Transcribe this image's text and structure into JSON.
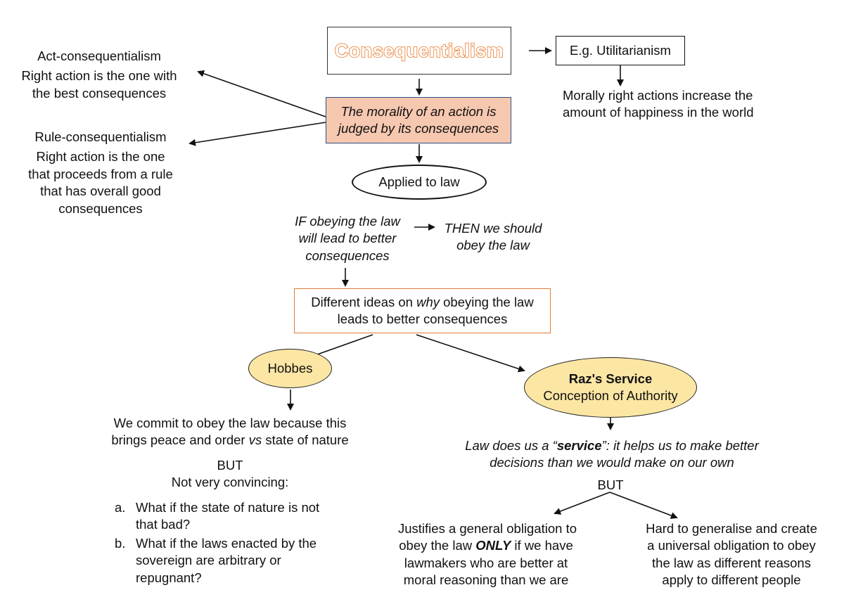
{
  "title": "Consequentialism",
  "example": {
    "box": "E.g. Utilitarianism",
    "text": [
      "Morally right actions increase the",
      "amount of happiness in the world"
    ]
  },
  "core_box": [
    "The morality of an action is",
    "judged by its consequences"
  ],
  "act": {
    "heading": "Act-consequentialism",
    "text": [
      "Right action is the one with",
      "the best consequences"
    ]
  },
  "rule": {
    "heading": "Rule-consequentialism",
    "text": [
      "Right action is the one",
      "that proceeds from a rule",
      "that has overall good",
      "consequences"
    ]
  },
  "applied": "Applied to law",
  "if_text": [
    "IF obeying the law",
    "will lead to better",
    "consequences"
  ],
  "then_text": [
    "THEN we should",
    "obey the law"
  ],
  "ideas": {
    "pre": "Different ideas on ",
    "em": "why",
    "post": " obeying the law",
    "line2": "leads to better consequences"
  },
  "hobbes": {
    "label": "Hobbes",
    "claim_line1": "We commit to obey the law because this",
    "claim_line2_pre": "brings peace and order ",
    "claim_line2_em": "vs",
    "claim_line2_post": " state of nature",
    "but": "BUT",
    "critique": "Not very convincing:",
    "points": [
      {
        "marker": "a.",
        "lines": [
          "What if the state of nature is not",
          "that bad?"
        ]
      },
      {
        "marker": "b.",
        "lines": [
          "What if the laws enacted by the",
          "sovereign are arbitrary or",
          "repugnant?"
        ]
      }
    ]
  },
  "raz": {
    "label_line1": "Raz's Service",
    "label_line2": "Conception of Authority",
    "claim_a": "Law does us a “",
    "claim_b": "service",
    "claim_c": "”: it helps us to make better",
    "claim_line2": "decisions than we would make on our own",
    "but": "BUT",
    "left_pre": [
      "Justifies a general obligation to"
    ],
    "left_line2_pre": "obey the law ",
    "left_line2_em": "ONLY",
    "left_line2_post": " if we have",
    "left_post": [
      "lawmakers who are better at",
      "moral reasoning than we are"
    ],
    "right": [
      "Hard to generalise and create",
      "a universal obligation to obey",
      "the law as different reasons",
      "apply to different people"
    ]
  }
}
